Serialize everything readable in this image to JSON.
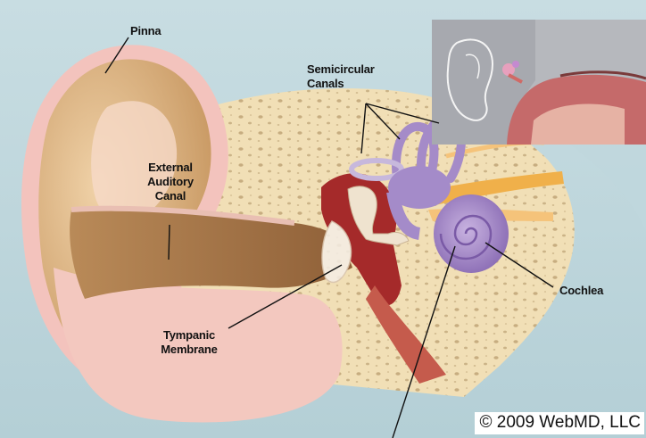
{
  "labels": {
    "pinna": "Pinna",
    "semicircular_canals": [
      "Semicircular",
      "Canals"
    ],
    "external_auditory_canal": [
      "External",
      "Auditory",
      "Canal"
    ],
    "tympanic_membrane": [
      "Tympanic",
      "Membrane"
    ],
    "cochlea": "Cochlea"
  },
  "copyright": "© 2009 WebMD, LLC",
  "colors": {
    "background": "#bcd6dc",
    "skin": "#e2b98e",
    "bone": "#f1dfb6",
    "inner_ear": "#ab8ecc",
    "eardrum": "#f3ece4",
    "nerve": "#f0b04a",
    "leader_line": "#111111"
  }
}
